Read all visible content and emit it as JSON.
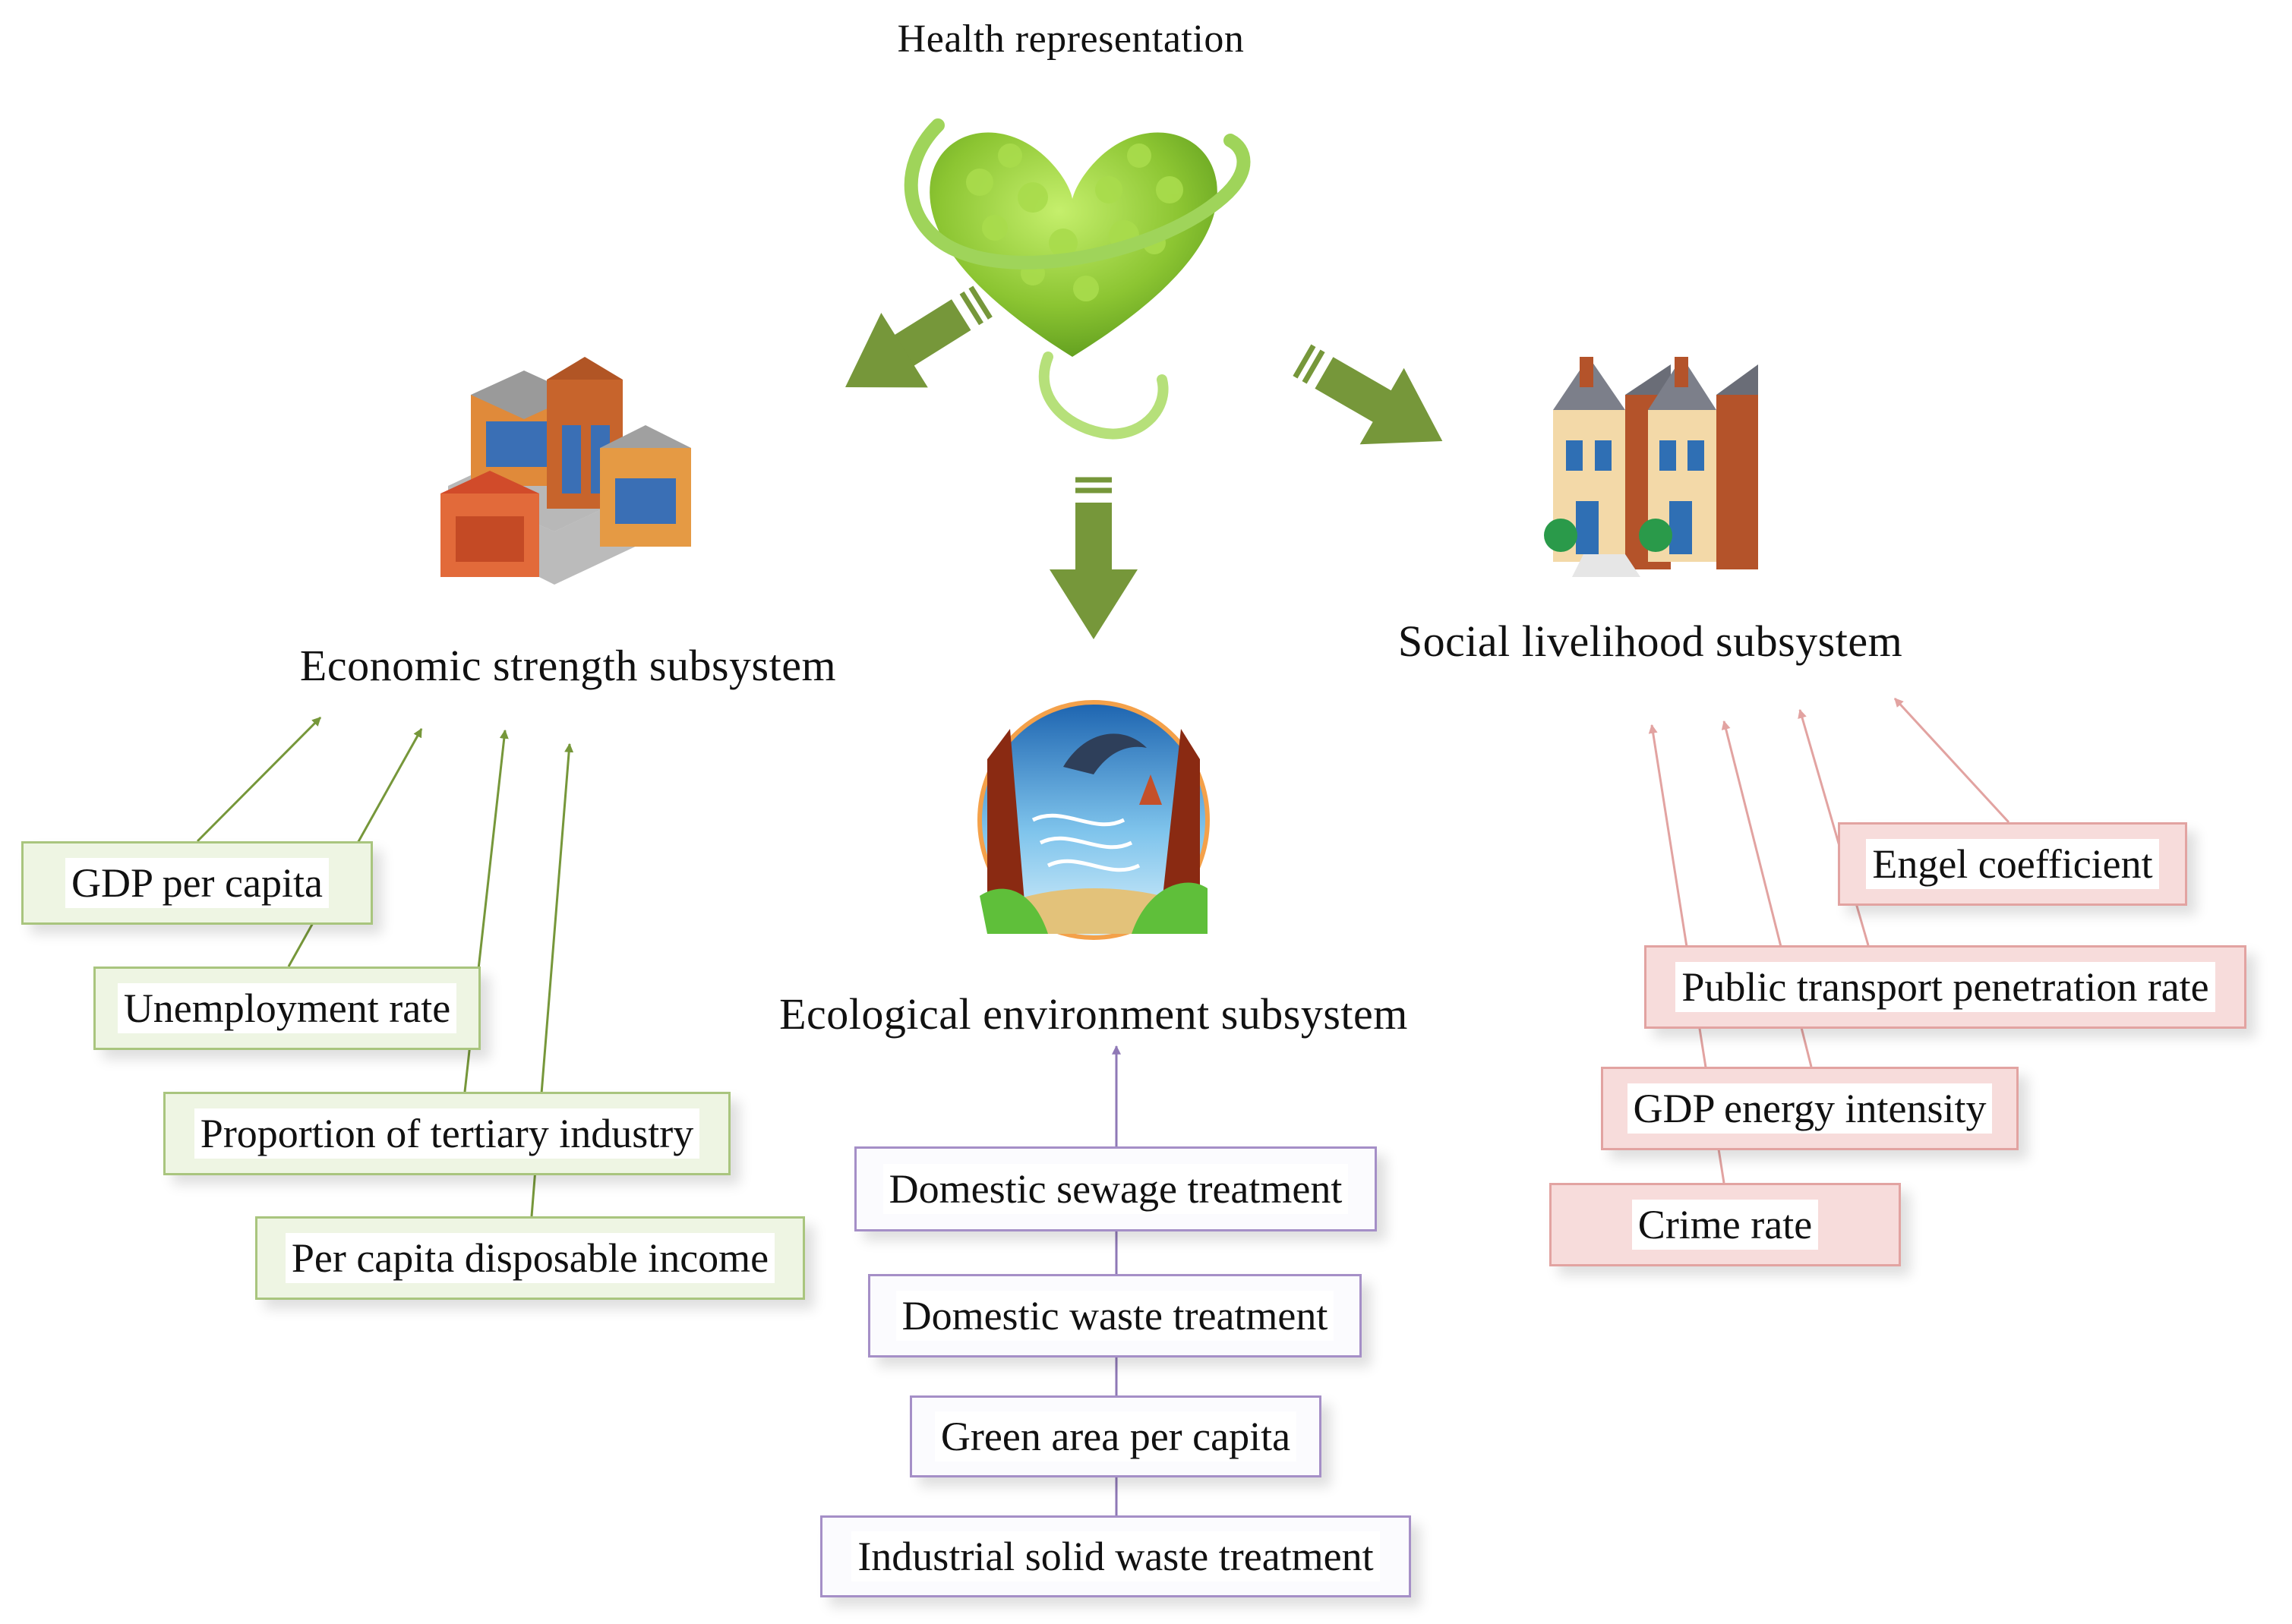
{
  "title": "Health representation",
  "subsystems": {
    "economic": {
      "label": "Economic strength subsystem",
      "indicators": [
        "GDP per capita",
        "Unemployment rate",
        "Proportion of tertiary industry",
        "Per capita disposable income"
      ]
    },
    "ecological": {
      "label": "Ecological environment subsystem",
      "indicators": [
        "Domestic sewage treatment",
        "Domestic waste treatment",
        "Green area per capita",
        "Industrial solid waste treatment"
      ]
    },
    "social": {
      "label": "Social livelihood subsystem",
      "indicators": [
        "Engel coefficient",
        "Public transport penetration rate",
        "GDP energy intensity",
        "Crime rate"
      ]
    }
  },
  "colors": {
    "arrow_green": "#76973a",
    "economic_border": "#a9c57e",
    "economic_fill": "#eef5e3",
    "ecological_border": "#a58fc7",
    "social_border": "#e2a3a1",
    "social_fill": "#f7dcdb"
  },
  "icons": [
    "leafy-heart-icon",
    "shop-buildings-icon",
    "dolphin-lake-icon",
    "townhouses-icon"
  ]
}
